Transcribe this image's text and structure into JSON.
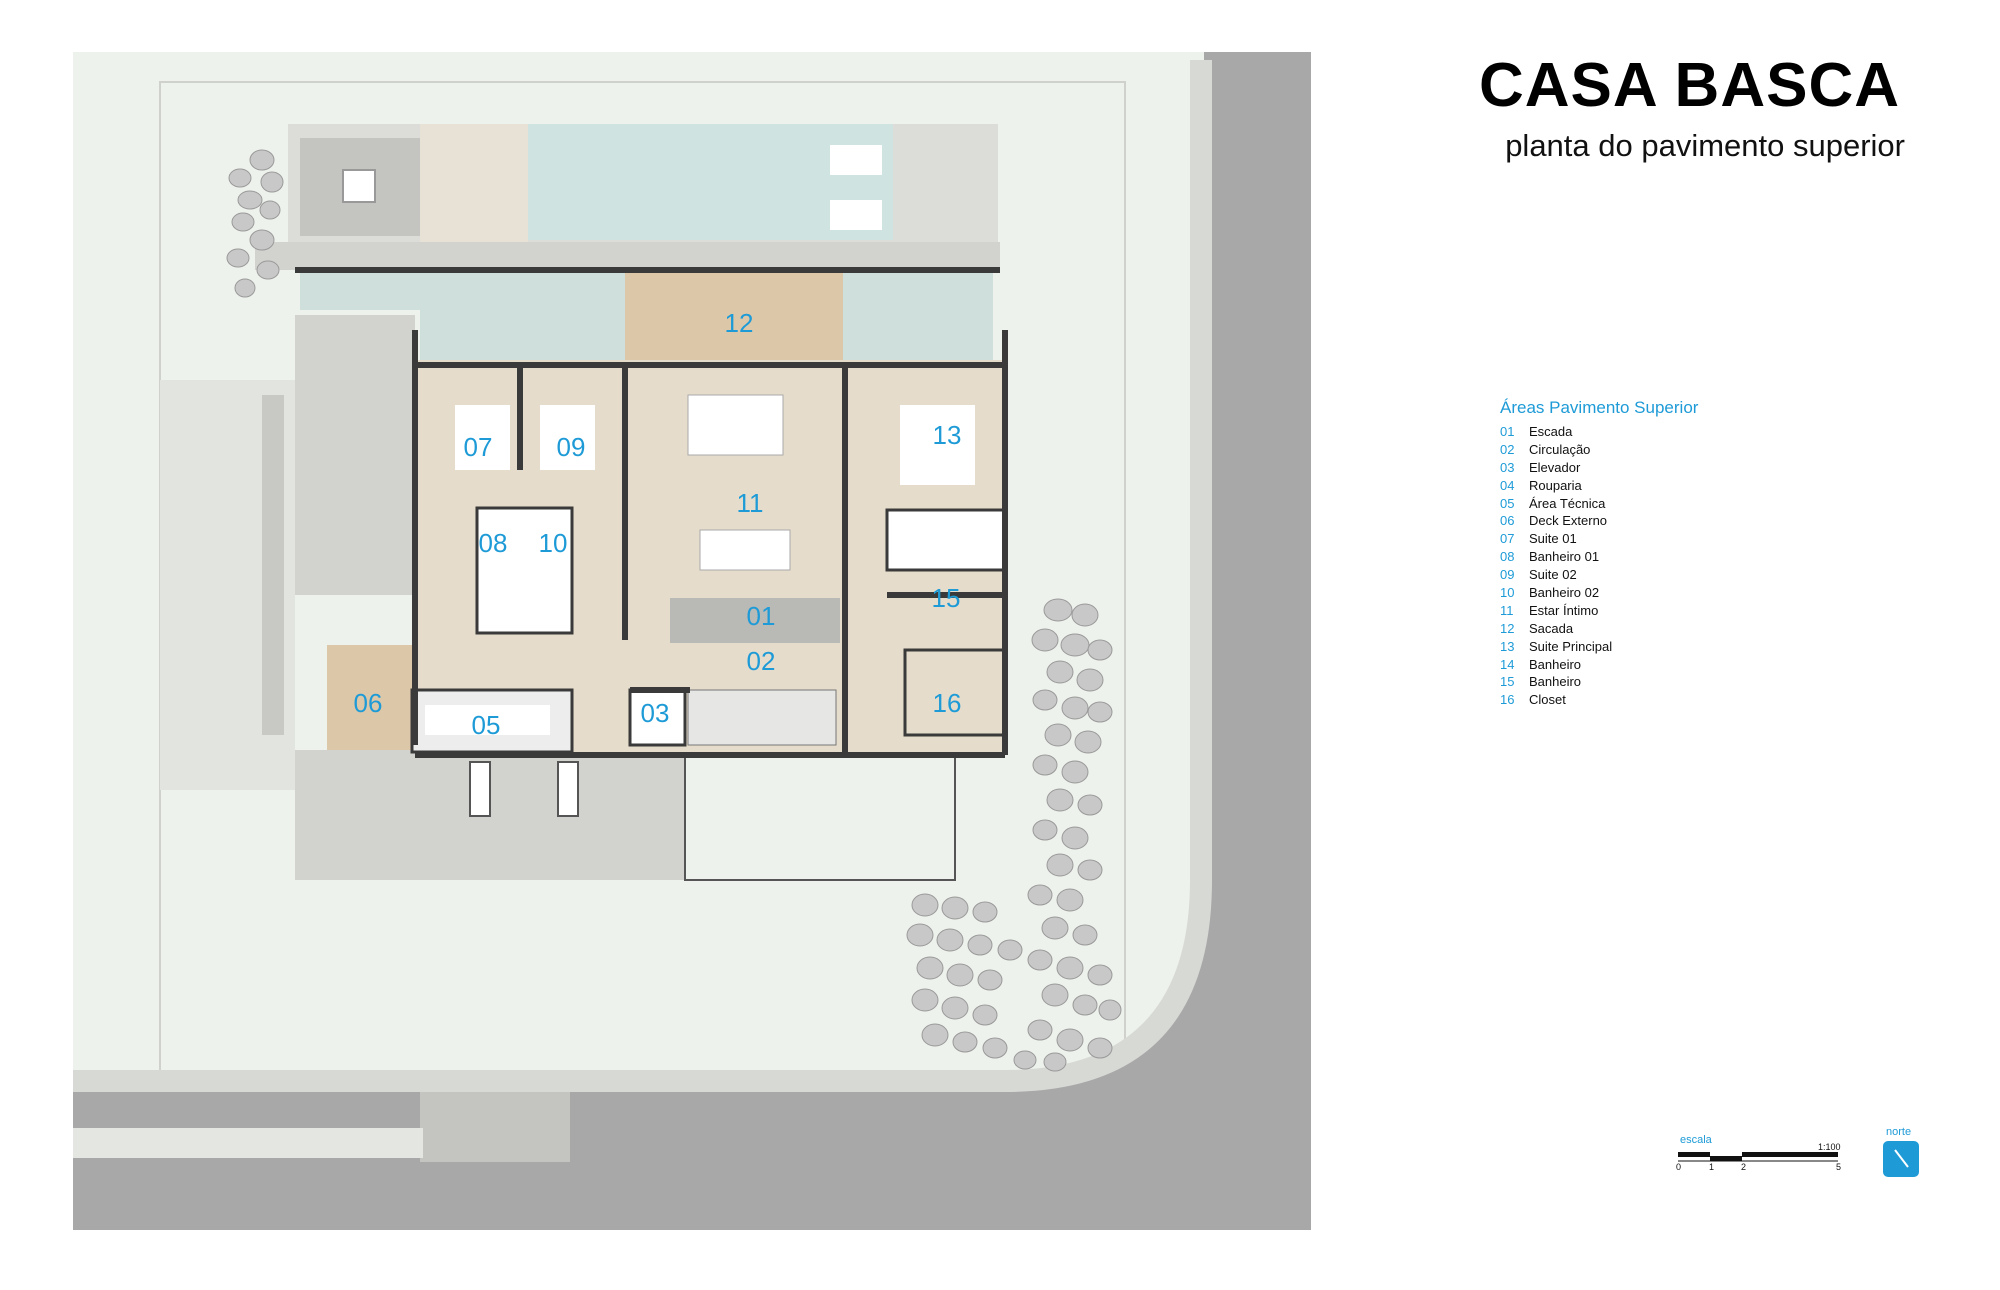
{
  "header": {
    "title": "CASA BASCA",
    "subtitle": "planta do pavimento superior"
  },
  "legend": {
    "title": "Áreas Pavimento Superior",
    "items": [
      {
        "num": "01",
        "label": "Escada"
      },
      {
        "num": "02",
        "label": "Circulação"
      },
      {
        "num": "03",
        "label": "Elevador"
      },
      {
        "num": "04",
        "label": "Rouparia"
      },
      {
        "num": "05",
        "label": "Área Técnica"
      },
      {
        "num": "06",
        "label": "Deck Externo"
      },
      {
        "num": "07",
        "label": "Suite 01"
      },
      {
        "num": "08",
        "label": "Banheiro 01"
      },
      {
        "num": "09",
        "label": "Suite 02"
      },
      {
        "num": "10",
        "label": "Banheiro 02"
      },
      {
        "num": "11",
        "label": "Estar Íntimo"
      },
      {
        "num": "12",
        "label": "Sacada"
      },
      {
        "num": "13",
        "label": "Suite Principal"
      },
      {
        "num": "14",
        "label": "Banheiro"
      },
      {
        "num": "15",
        "label": "Banheiro"
      },
      {
        "num": "16",
        "label": "Closet"
      }
    ]
  },
  "room_labels": [
    "12",
    "07",
    "09",
    "13",
    "11",
    "08",
    "10",
    "15",
    "01",
    "02",
    "06",
    "16",
    "05",
    "03"
  ],
  "scale_bar": {
    "label": "escala",
    "ratio": "1:100",
    "ticks": [
      "0",
      "1",
      "2",
      "5"
    ]
  },
  "north": {
    "label": "norte"
  },
  "colors": {
    "accent": "#1e9bd7",
    "lot": "#eef2ec",
    "street": "#a8a8a8",
    "room_floor": "#e6dccb",
    "wall": "#3a3a3a",
    "terrace": "#c4c4c0",
    "pool": "#cfe3e0",
    "wood_deck": "#dcc7a8",
    "stones": "#c8c8c8"
  }
}
